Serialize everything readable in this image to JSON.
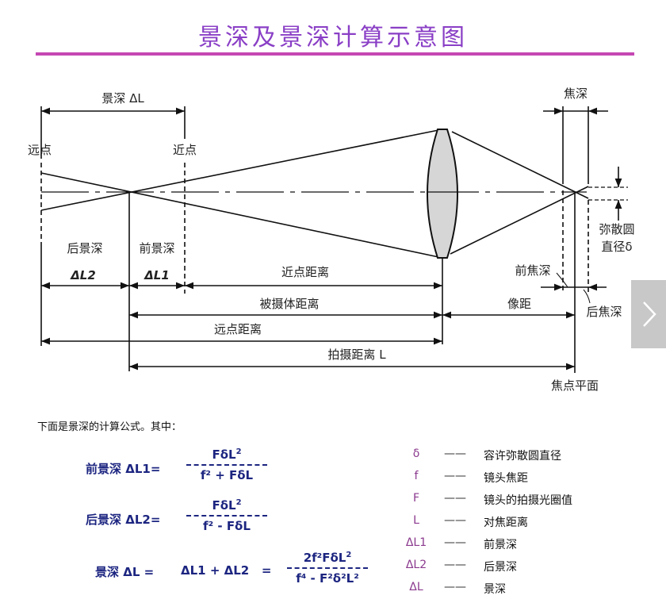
{
  "title": "景深及景深计算示意图",
  "diagram": {
    "depth_of_field": "景深 ΔL",
    "far_point": "远点",
    "near_point": "近点",
    "rear_dof": "后景深",
    "front_dof": "前景深",
    "delta_l2": "ΔL2",
    "delta_l1": "ΔL1",
    "near_point_distance": "近点距离",
    "subject_distance": "被摄体距离",
    "far_point_distance": "远点距离",
    "shooting_distance": "拍摄距离 L",
    "image_distance": "像距",
    "depth_of_focus": "焦深",
    "coc_line1": "弥散圆",
    "coc_line2": "直径δ",
    "front_focus_depth": "前焦深",
    "rear_focus_depth": "后焦深",
    "focal_plane": "焦点平面"
  },
  "intro": "下面是景深的计算公式。其中：",
  "formulas": [
    {
      "label": "前景深  ΔL1=",
      "num": "FδL",
      "den": "f² + FδL"
    },
    {
      "label": "后景深  ΔL2=",
      "num": "FδL",
      "den": "f² - FδL"
    },
    {
      "label": "景深  ΔL =",
      "mid": "ΔL1 + ΔL2   =",
      "num": "2f²FδL",
      "den": "f⁴ - F²δ²L²"
    }
  ],
  "legend": [
    {
      "sym": "δ",
      "dash": "——",
      "desc": "容许弥散圆直径"
    },
    {
      "sym": "f",
      "dash": "——",
      "desc": "镜头焦距"
    },
    {
      "sym": "F",
      "dash": "——",
      "desc": "镜头的拍摄光圈值"
    },
    {
      "sym": "L",
      "dash": "——",
      "desc": "对焦距离"
    },
    {
      "sym": "ΔL1",
      "dash": "——",
      "desc": "前景深"
    },
    {
      "sym": "ΔL2",
      "dash": "——",
      "desc": "后景深"
    },
    {
      "sym": "ΔL",
      "dash": "——",
      "desc": "景深"
    }
  ],
  "colors": {
    "title": "#8a3fc6",
    "rule": "#c547b3",
    "formula": "#1c2580",
    "symbol": "#8b3a8e"
  },
  "next_icon": "chevron-right-icon"
}
